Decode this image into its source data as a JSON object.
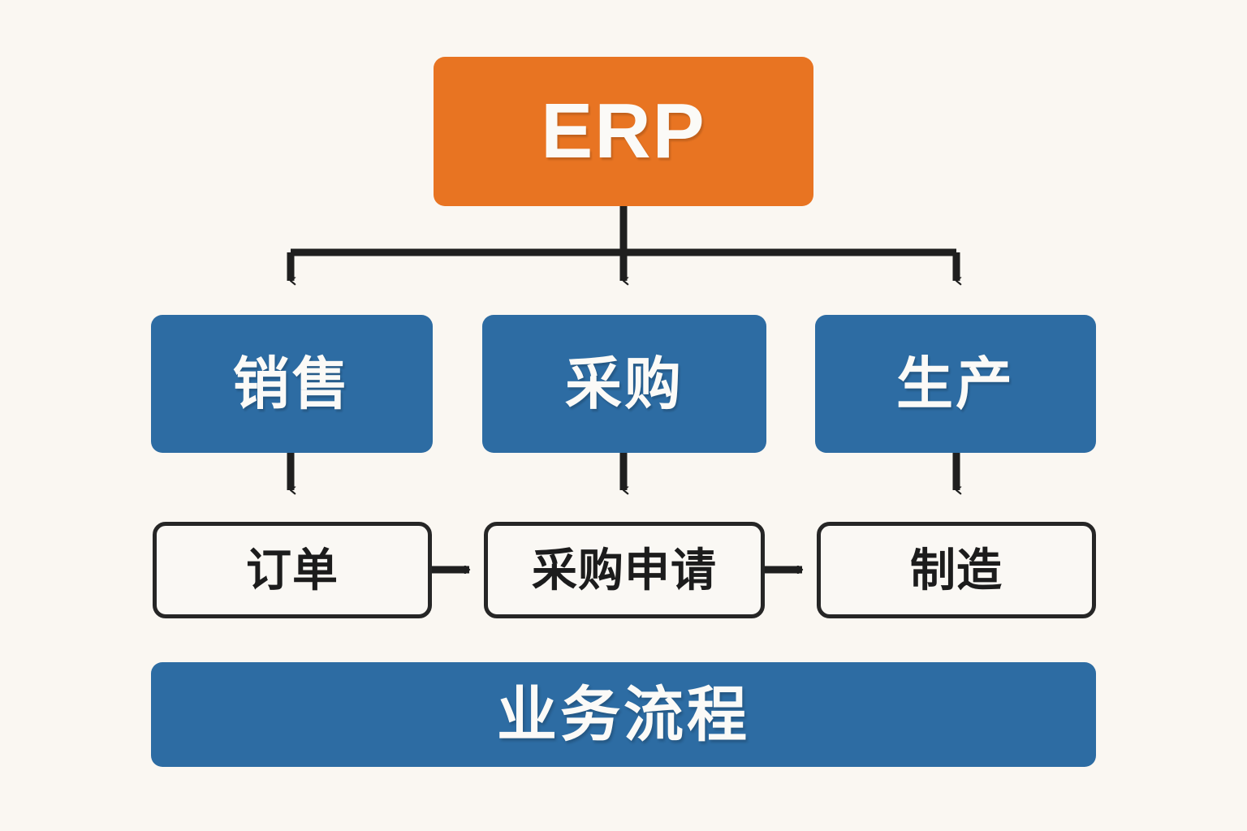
{
  "diagram": {
    "title": "ERP",
    "background_color": "#faf7f2",
    "root": {
      "label": "ERP",
      "color": "#e87422",
      "text_color": "#fbfaf7"
    },
    "modules": [
      {
        "label": "销售",
        "color": "#2d6ca3"
      },
      {
        "label": "采购",
        "color": "#2d6ca3"
      },
      {
        "label": "生产",
        "color": "#2d6ca3"
      }
    ],
    "steps": [
      {
        "label": "订单",
        "border_color": "#262626",
        "fill": "#faf8f4"
      },
      {
        "label": "采购申请",
        "border_color": "#262626",
        "fill": "#faf8f4"
      },
      {
        "label": "制造",
        "border_color": "#262626",
        "fill": "#faf8f4"
      }
    ],
    "footer": {
      "label": "业务流程",
      "color": "#2d6ca3",
      "text_color": "#fbfaf7"
    },
    "connectors": {
      "stroke_color": "#1f1f1f",
      "root_to_modules": 3,
      "modules_to_steps": 3,
      "step_to_step": 2
    }
  }
}
